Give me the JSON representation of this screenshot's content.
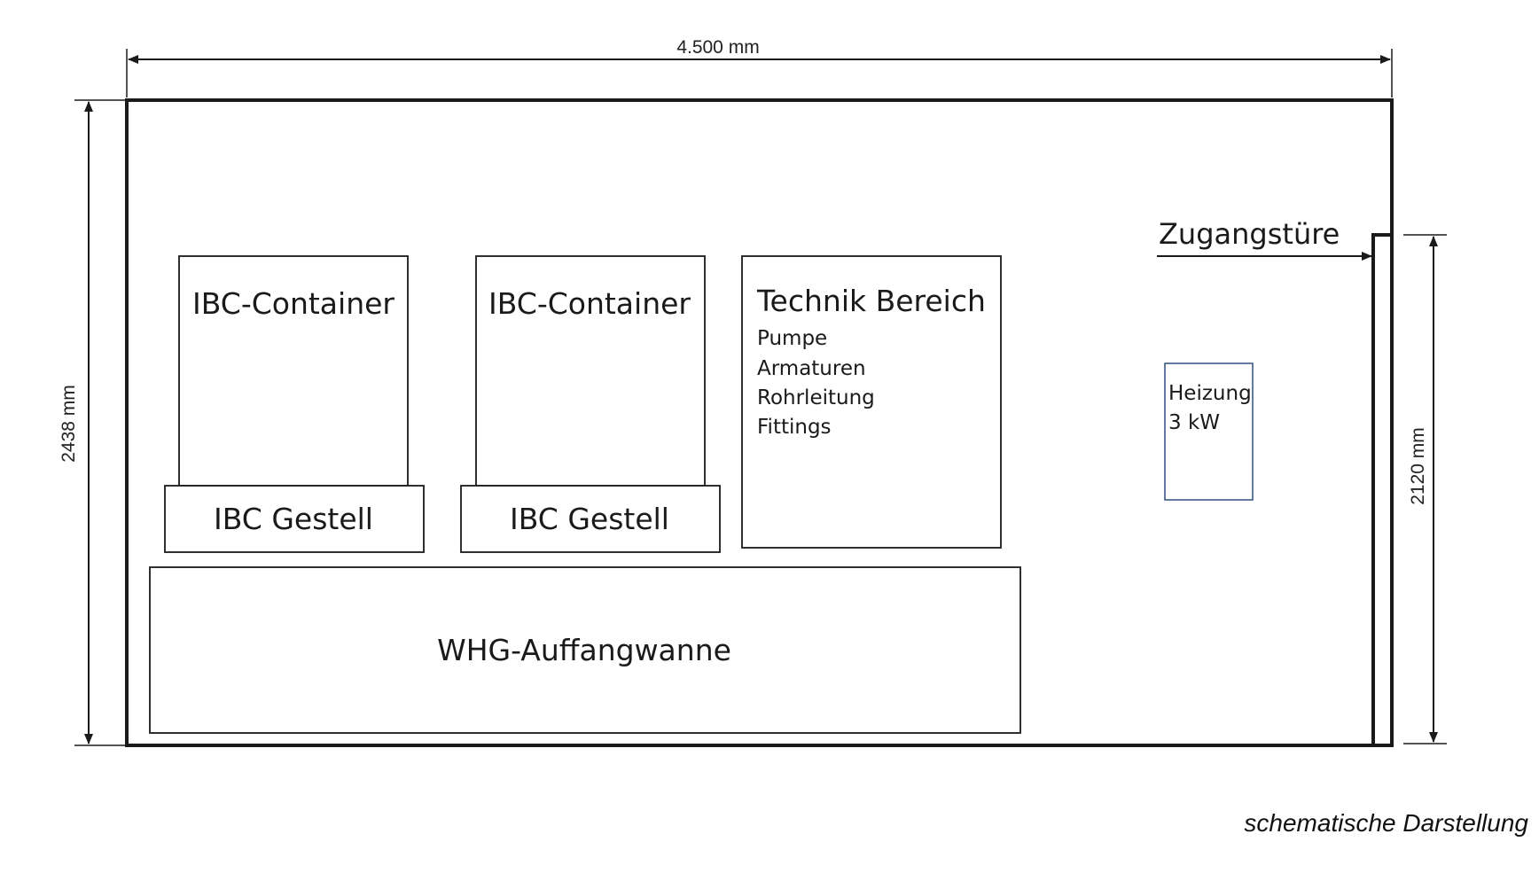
{
  "dimensions": {
    "width_label": "4.500 mm",
    "height_label": "2438 mm",
    "door_height_label": "2120 mm"
  },
  "components": {
    "ibc_container_1": "IBC-Container",
    "ibc_container_2": "IBC-Container",
    "ibc_gestell_1": "IBC Gestell",
    "ibc_gestell_2": "IBC Gestell",
    "technik": {
      "title": "Technik Bereich",
      "items": [
        "Pumpe",
        "Armaturen",
        "Rohrleitung",
        "Fittings"
      ]
    },
    "auffangwanne": "WHG-Auffangwanne",
    "heizung": {
      "line1": "Heizung",
      "line2": "3 kW"
    },
    "door": "Zugangstüre"
  },
  "caption": "schematische Darstellung",
  "colors": {
    "outline": "#1a1a1a",
    "heater_outline": "#3b5a8c"
  }
}
